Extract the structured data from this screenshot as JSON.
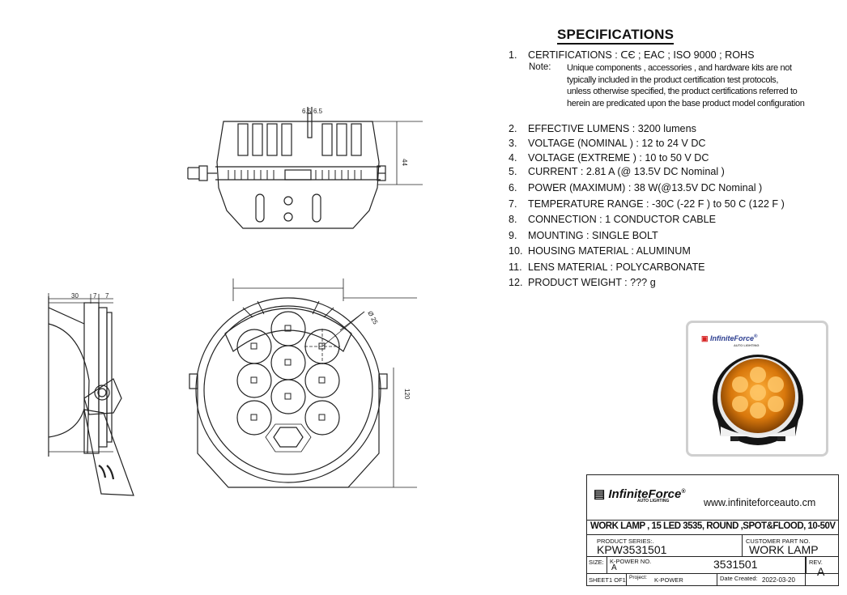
{
  "specs": {
    "title": "SPECIFICATIONS",
    "cert": {
      "num": "1.",
      "text": "CERTIFICATIONS : ᑕЄ ; EAC ; ISO 9000 ; ROHS"
    },
    "note_label": "Note:",
    "note_lines": [
      "Unique components , accessories , and hardware kits are not",
      "typically included in the product certification test protocols,",
      "unless otherwise specified, the product certifications referred to",
      "herein are predicated upon the base product model configuration"
    ],
    "items": [
      {
        "num": "2.",
        "text": "EFFECTIVE LUMENS : 3200 lumens"
      },
      {
        "num": "3.",
        "text": "VOLTAGE (NOMINAL ) : 12 to 24 V DC"
      },
      {
        "num": "4.",
        "text": "VOLTAGE (EXTREME ) : 10  to 50 V DC"
      },
      {
        "num": "5.",
        "text": "CURRENT :  2.81 A   (@ 13.5V DC Nominal )"
      },
      {
        "num": "6.",
        "text": "POWER (MAXIMUM) : 38 W(@13.5V DC Nominal )"
      },
      {
        "num": "7.",
        "text": "TEMPERATURE RANGE : -30C  (-22 F ) to 50 C (122 F )"
      },
      {
        "num": "8.",
        "text": "CONNECTION : 1 CONDUCTOR CABLE"
      },
      {
        "num": "9.",
        "text": "MOUNTING : SINGLE BOLT"
      },
      {
        "num": "10.",
        "text": "HOUSING MATERIAL : ALUMINUM"
      },
      {
        "num": "11.",
        "text": "LENS MATERIAL : POLYCARBONATE"
      },
      {
        "num": "12.",
        "text": "PRODUCT WEIGHT : ??? g"
      }
    ]
  },
  "dimensions": {
    "top_height": "44",
    "top_small_a": "6.5",
    "top_small_b": "6.5",
    "side_width": "30",
    "side_a": "7",
    "side_b": "7",
    "front_height": "120",
    "lens_diameter": "Ø 25"
  },
  "photo": {
    "brand": "InfiniteForce",
    "brand_mark": "®",
    "tagline": "AUTO LIGHTING"
  },
  "titleblock": {
    "brand": "InfiniteForce",
    "brand_mark": "®",
    "tagline": "AUTO LIGHTING",
    "website": "www.infiniteforceauto.cm",
    "description": "WORK LAMP , 15 LED 3535, ROUND ,SPOT&FLOOD, 10-50V",
    "product_series_label": "PRODUCT SERIES:.",
    "product_series": "KPW3531501",
    "customer_part_label": "CUSTOMER PART NO.",
    "customer_part": "WORK  LAMP",
    "size_label": "SIZE:",
    "size": "A",
    "kpower_no_label": "K-POWER NO.",
    "kpower_no": "3531501",
    "rev_label": "REV.",
    "rev": "A",
    "sheet": "SHEET1 OF1",
    "project_label": "Project:",
    "project": "K-POWER",
    "date_label": "Date Created:",
    "date": "2022-03-20"
  }
}
